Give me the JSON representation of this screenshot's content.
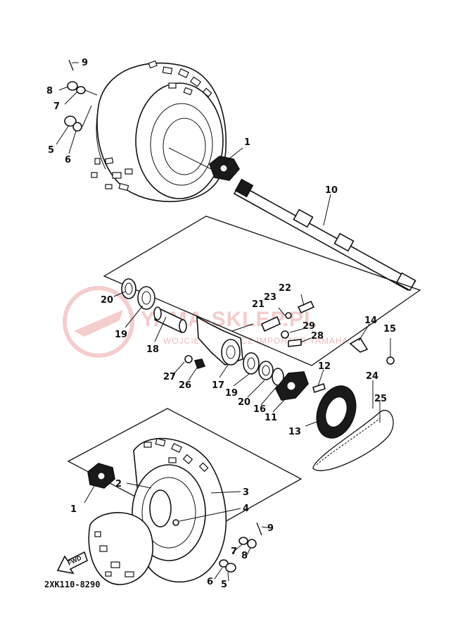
{
  "watermark": {
    "title": "YAMA-SKLEP.PL",
    "subtitle": "WOJCIECH ORNICZ IMPORTER YAMAHA"
  },
  "diagram_code": "2XK110-8290",
  "fwd_label": "FWD",
  "callouts": {
    "p1_top": "1",
    "p5_top": "5",
    "p6_top": "6",
    "p7_top": "7",
    "p8_top": "8",
    "p9_top": "9",
    "p10": "10",
    "p11": "11",
    "p12": "12",
    "p13": "13",
    "p14": "14",
    "p15": "15",
    "p16": "16",
    "p17": "17",
    "p18": "18",
    "p19_left": "19",
    "p19_mid": "19",
    "p20_left": "20",
    "p20_mid": "20",
    "p21": "21",
    "p22": "22",
    "p23": "23",
    "p24": "24",
    "p25": "25",
    "p26": "26",
    "p27": "27",
    "p28": "28",
    "p29": "29",
    "p1_bot": "1",
    "p2": "2",
    "p3": "3",
    "p4": "4",
    "p5_bot": "5",
    "p6_bot": "6",
    "p7_bot": "7",
    "p8_bot": "8",
    "p9_bot": "9"
  }
}
